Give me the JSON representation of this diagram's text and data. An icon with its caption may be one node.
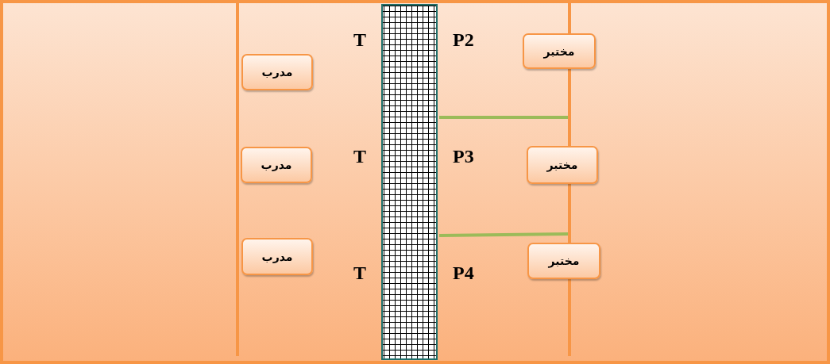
{
  "diagram": {
    "nodes": [
      {
        "text": [
          "مدرب"
        ]
      },
      {
        "text": [
          "مختبر"
        ]
      },
      {
        "text": [
          "مدرب"
        ]
      },
      {
        "text": [
          "مختبر"
        ]
      },
      {
        "text": [
          "مدرب"
        ]
      },
      {
        "text": [
          "مختبر"
        ]
      }
    ],
    "labels": [
      "T",
      "P2",
      "T",
      "P3",
      "T",
      "P4"
    ]
  }
}
